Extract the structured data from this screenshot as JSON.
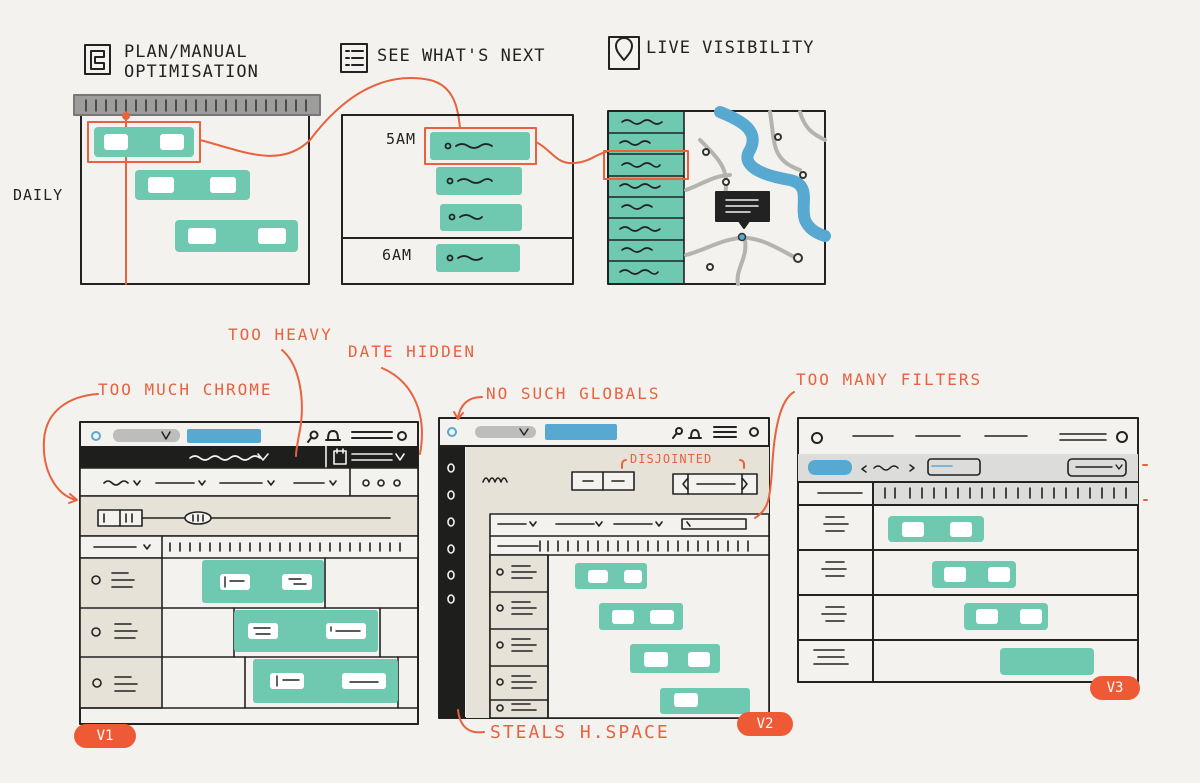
{
  "top_titles": {
    "plan": [
      "PLAN/MANUAL",
      "OPTIMISATION"
    ],
    "next": "SEE WHAT'S NEXT",
    "live": "LIVE VISIBILITY"
  },
  "row_label": "DAILY",
  "times": {
    "first": "5AM",
    "second": "6AM"
  },
  "annotations": {
    "too_heavy": "TOO HEAVY",
    "date_hidden": "DATE HIDDEN",
    "too_much_chrome": "TOO MUCH CHROME",
    "no_such_globals": "NO SUCH GLOBALS",
    "too_many_filters": "TOO MANY FILTERS",
    "disjointed": "DISJOINTED",
    "steals_space": "STEALS H.SPACE"
  },
  "versions": {
    "v1": "V1",
    "v2": "V2",
    "v3": "V3"
  },
  "colors": {
    "accent": "#e8623f",
    "teal": "#6ec9b0",
    "blue": "#57a9d1",
    "ink": "#222222",
    "panel": "#e7e2d8",
    "dark": "#1e1e1c"
  },
  "icons": [
    "layout-icon",
    "list-icon",
    "location-pin-icon",
    "bell-icon",
    "menu-icon",
    "calendar-icon",
    "search-icon"
  ]
}
